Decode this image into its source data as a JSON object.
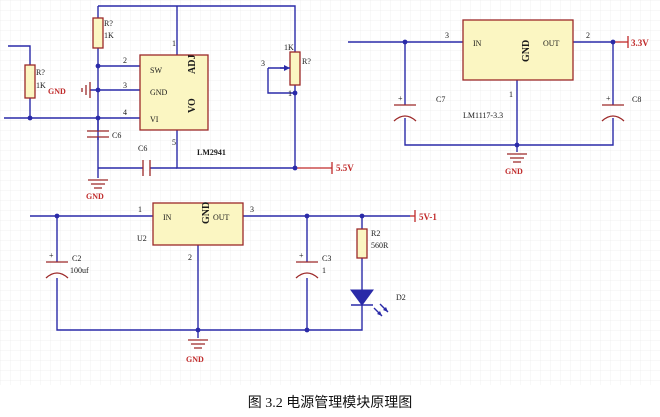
{
  "caption": "图 3.2 电源管理模块原理图",
  "circuit_top_left": {
    "regulator": {
      "name": "LM2941",
      "pins": {
        "sw": "SW",
        "gnd": "GND",
        "vi": "VI",
        "adj": "ADJ",
        "vo": "VO"
      }
    },
    "pin_numbers": {
      "adj": "1",
      "sw": "2",
      "gnd": "3",
      "vi": "4",
      "vo": "5"
    },
    "resistor_top": {
      "ref": "R?",
      "value": "1K"
    },
    "resistor_left": {
      "ref": "R?",
      "value": "1K"
    },
    "potentiometer": {
      "ref": "R?",
      "value": "1K",
      "pin_3": "3",
      "pin_1": "1"
    },
    "cap_upper": "C6",
    "cap_lower": "C6",
    "gnd_label_side": "GND",
    "gnd_label_bottom": "GND",
    "net_out": "5.5V"
  },
  "circuit_top_right": {
    "regulator": {
      "name": "LM1117-3.3",
      "pins": {
        "in": "IN",
        "gnd": "GND",
        "out": "OUT"
      }
    },
    "pin_numbers": {
      "in": "3",
      "gnd": "1",
      "out": "2"
    },
    "cap_left": "C7",
    "cap_right": "C8",
    "gnd_label": "GND",
    "net_out": "3.3V"
  },
  "circuit_bottom": {
    "regulator": {
      "ref": "U2",
      "pins": {
        "in": "IN",
        "gnd": "GND",
        "out": "OUT"
      }
    },
    "pin_numbers": {
      "in": "1",
      "gnd": "2",
      "out": "3"
    },
    "cap_c2": {
      "ref": "C2",
      "value": "100uf"
    },
    "cap_c3": {
      "ref": "C3",
      "value": "1"
    },
    "resistor": {
      "ref": "R2",
      "value": "560R"
    },
    "led": {
      "ref": "D2"
    },
    "gnd_label": "GND",
    "net_out": "5V-1",
    "polarity": "+"
  }
}
